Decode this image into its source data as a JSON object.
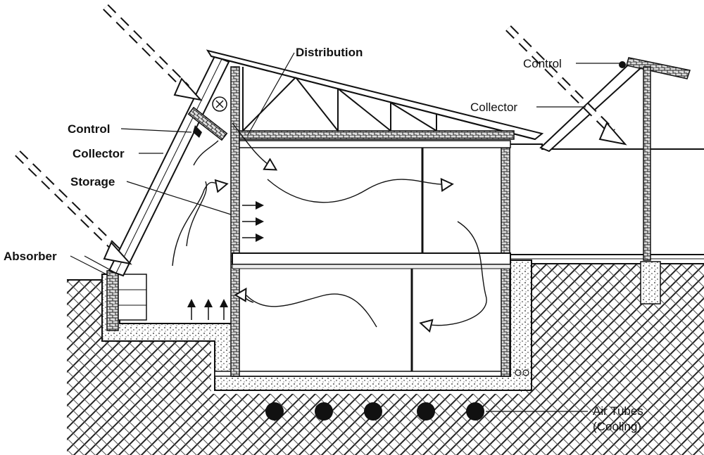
{
  "labels": {
    "distribution": "Distribution",
    "control_left": "Control",
    "collector_left": "Collector",
    "storage": "Storage",
    "absorber": "Absorber",
    "control_right": "Control",
    "collector_right": "Collector",
    "air_tubes_line1": "Air Tubes",
    "air_tubes_line2": "(Cooling)"
  },
  "colors": {
    "ink": "#111111",
    "paper": "#ffffff",
    "soil": "#3a3a3a",
    "concrete": "#bdbdbd"
  }
}
